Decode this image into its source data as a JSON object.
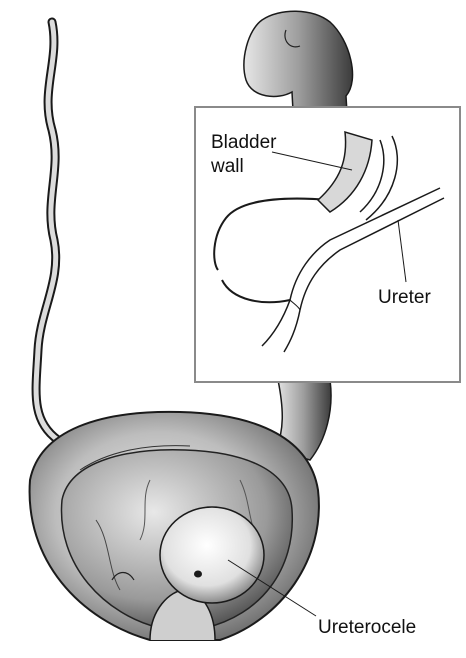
{
  "labels": {
    "bladder_wall_line1": "Bladder",
    "bladder_wall_line2": "wall",
    "ureter": "Ureter",
    "ureterocele": "Ureterocele"
  },
  "colors": {
    "ink": "#1a1a1a",
    "shade_dark": "#6e6e6e",
    "shade_mid": "#a9a9a9",
    "shade_light": "#d9d9d9",
    "paper": "#ffffff",
    "inset_border": "#8a8a8a"
  }
}
